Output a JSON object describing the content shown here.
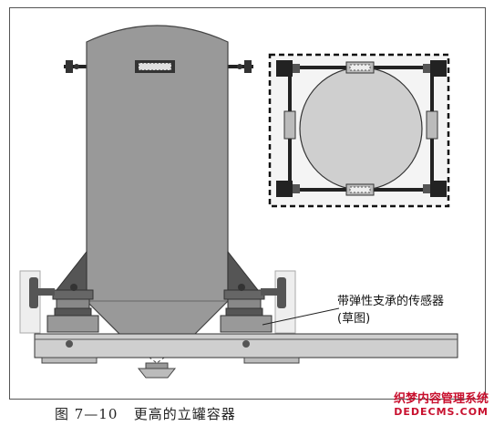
{
  "figure": {
    "caption": "图 7—10   更高的立罐容器",
    "callout_label": "带弹性支承的传感器(草图)"
  },
  "watermark": {
    "line1": "织梦内容管理系统",
    "line2": "DEDECMS.COM",
    "color": "#c8102e"
  },
  "colors": {
    "vessel": "#999999",
    "support_dark": "#555555",
    "base": "#cfcfcf",
    "outline": "#222222"
  }
}
